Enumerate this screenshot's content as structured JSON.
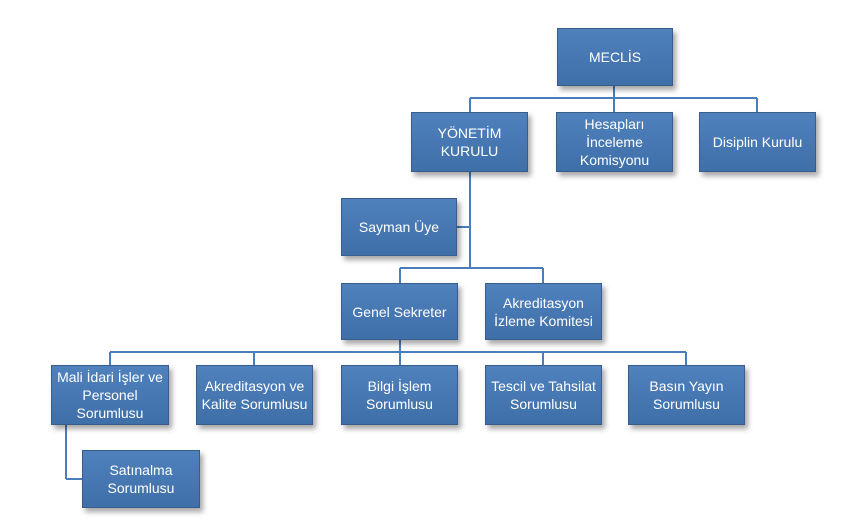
{
  "org": {
    "meclis": "MECLİS",
    "yonetim": "YÖNETİM\nKURULU",
    "hesaplari": "Hesapları\nİnceleme\nKomisyonu",
    "disiplin": "Disiplin Kurulu",
    "sayman": "Sayman Üye",
    "genel_sekreter": "Genel Sekreter",
    "izleme": "Akreditasyon\nİzleme Komitesi",
    "mali": "Mali İdari İşler ve\nPersonel\nSorumlusu",
    "kalite": "Akreditasyon ve\nKalite Sorumlusu",
    "bilgi": "Bilgi İşlem\nSorumlusu",
    "tescil": "Tescil ve Tahsilat\nSorumlusu",
    "basin": "Basın Yayın\nSorumlusu",
    "satinalma": "Satınalma\nSorumlusu"
  },
  "colors": {
    "box_fill": "#4f81bd",
    "box_border": "#385d8a",
    "connector": "#4a7ebb",
    "text": "#ffffff"
  }
}
